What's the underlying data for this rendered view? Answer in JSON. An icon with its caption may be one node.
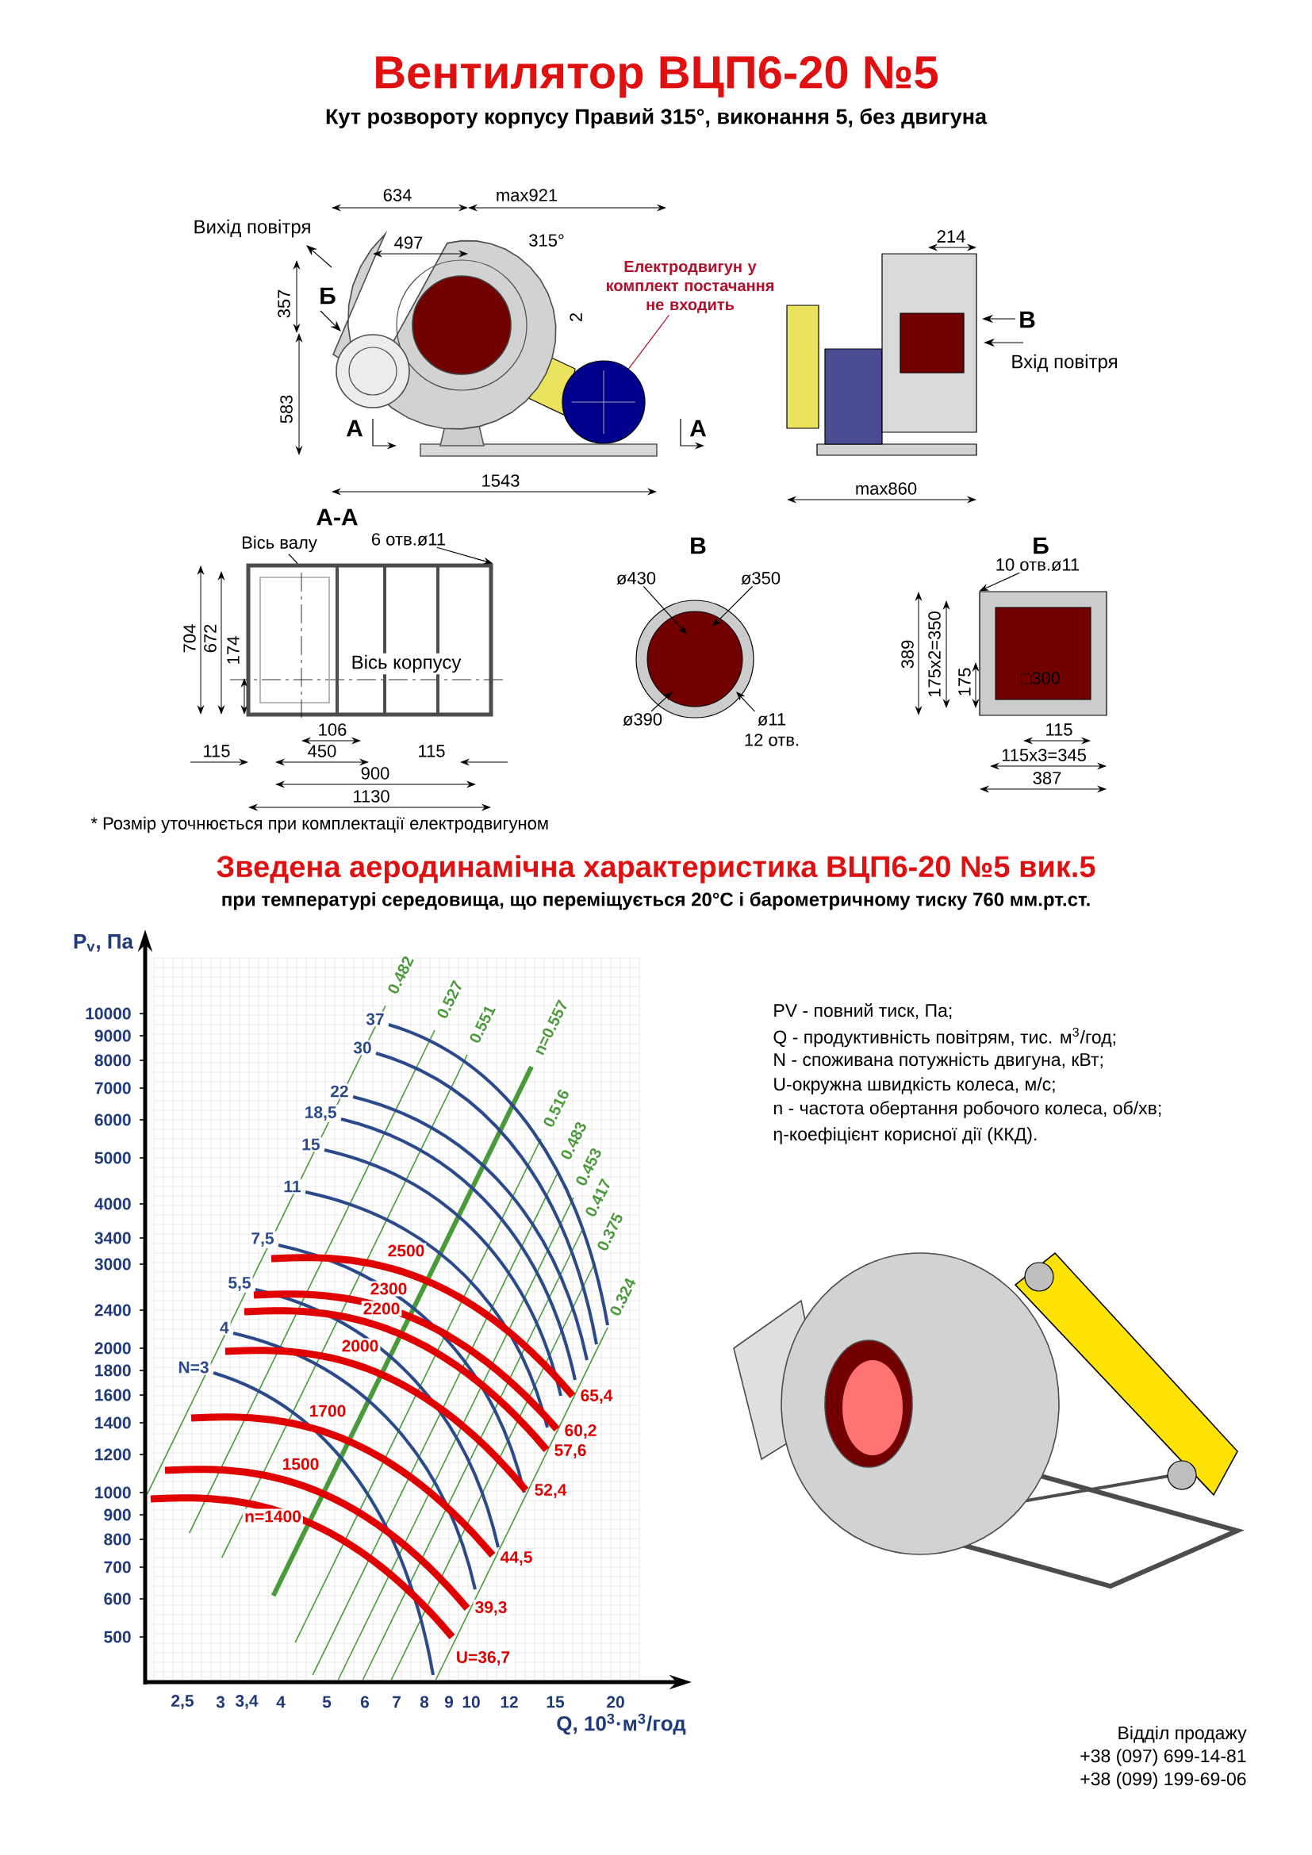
{
  "diagram": {
    "title": "Вентилятор ВЦП6-20 №5",
    "nodes": [
      {
        "text": [
          "Електродвигун у комплект постачання не входить"
        ]
      },
      {
        "text": [],
        "shape": "picture"
      },
      {
        "text": [
          "Вісь валу"
        ]
      },
      {
        "text": [
          "6 отв.ø11"
        ]
      },
      {
        "text": [
          "ø430"
        ]
      },
      {
        "text": [
          "ø350"
        ]
      },
      {
        "text": [
          "ø390"
        ]
      },
      {
        "text": [
          "ø11",
          "12 отв."
        ]
      },
      {
        "text": [
          "10 отв.ø11"
        ]
      },
      {
        "text": [],
        "shape": "box"
      },
      {
        "text": [],
        "shape": "box"
      }
    ],
    "edges": [
      {
        "from": 0,
        "to": 1,
        "arrow": "none",
        "color": "#b0102a"
      },
      {
        "from": 2,
        "to": 9,
        "arrow": "none"
      },
      {
        "from": 3,
        "to": 9,
        "arrow": "to"
      },
      {
        "from": 4,
        "to": null,
        "arrow": "to"
      },
      {
        "from": 5,
        "to": null,
        "arrow": "to"
      },
      {
        "from": 6,
        "to": null,
        "arrow": "to"
      },
      {
        "from": 7,
        "to": null,
        "arrow": "to"
      },
      {
        "from": 8,
        "to": 10,
        "arrow": "to"
      }
    ],
    "labels": [
      "Кут розвороту корпусу Правий 315°, виконання 5, без двигуна",
      "634",
      "max921",
      "Вихід повітря",
      "497",
      "315°",
      "357",
      "Б",
      "2",
      "214",
      "В",
      "Вхід повітря",
      "583",
      "А",
      "А",
      "1543",
      "max860",
      "А-А",
      "В",
      "Б",
      "704",
      "672",
      "174",
      "Вісь корпусу",
      "389",
      "175x2=350",
      "175",
      "□300",
      "106",
      "115",
      "115",
      "450",
      "115",
      "115x3=345",
      "900",
      "387",
      "1130",
      "* Розмір уточнюється при комплектації електродвигуном",
      "Зведена аеродинамічна характеристика ВЦП6-20 №5 вик.5",
      "при температурі середовища, що переміщується 20°С і барометричному тиску 760 мм.рт.ст.",
      "P$_{v}$, Па",
      "10000",
      "9000",
      "8000",
      "7000",
      "6000",
      "5000",
      "4000",
      "3400",
      "3000",
      "2400",
      "2000",
      "1800",
      "1600",
      "1400",
      "1200",
      "1000",
      "900",
      "800",
      "700",
      "600",
      "500",
      "0.482",
      "0.527",
      "0.551",
      "n=0.557",
      "0.516",
      "0.483",
      "0.453",
      "0.417",
      "0.375",
      "0.324",
      "37",
      "30",
      "22",
      "18,5",
      "15",
      "11",
      "7,5",
      "5,5",
      "4",
      "N=3",
      "2500",
      "2300",
      "2200",
      "2000",
      "1700",
      "1500",
      "n=1400",
      "65,4",
      "60,2",
      "57,6",
      "52,4",
      "44,5",
      "39,3",
      "U=36,7",
      "2,5",
      "3",
      "3,4",
      "4",
      "5",
      "6",
      "7",
      "8",
      "9",
      "10",
      "12",
      "15",
      "20",
      "Q, 10$^{3}$·м$^{3}$/год",
      "PV - повний тиск, Па;",
      "Q - продуктивність повітрям, тис. м$^{3}$/год;",
      "N - споживана потужність двигуна, кВт;",
      "U-окружна швидкість колеса, м/с;",
      "n - частота обертання робочого колеса, об/хв;",
      "η-коефіцієнт корисної дії (ККД).",
      "Відділ продажу",
      "+38 (097) 699-14-81",
      "+38 (099) 199-69-06"
    ]
  }
}
